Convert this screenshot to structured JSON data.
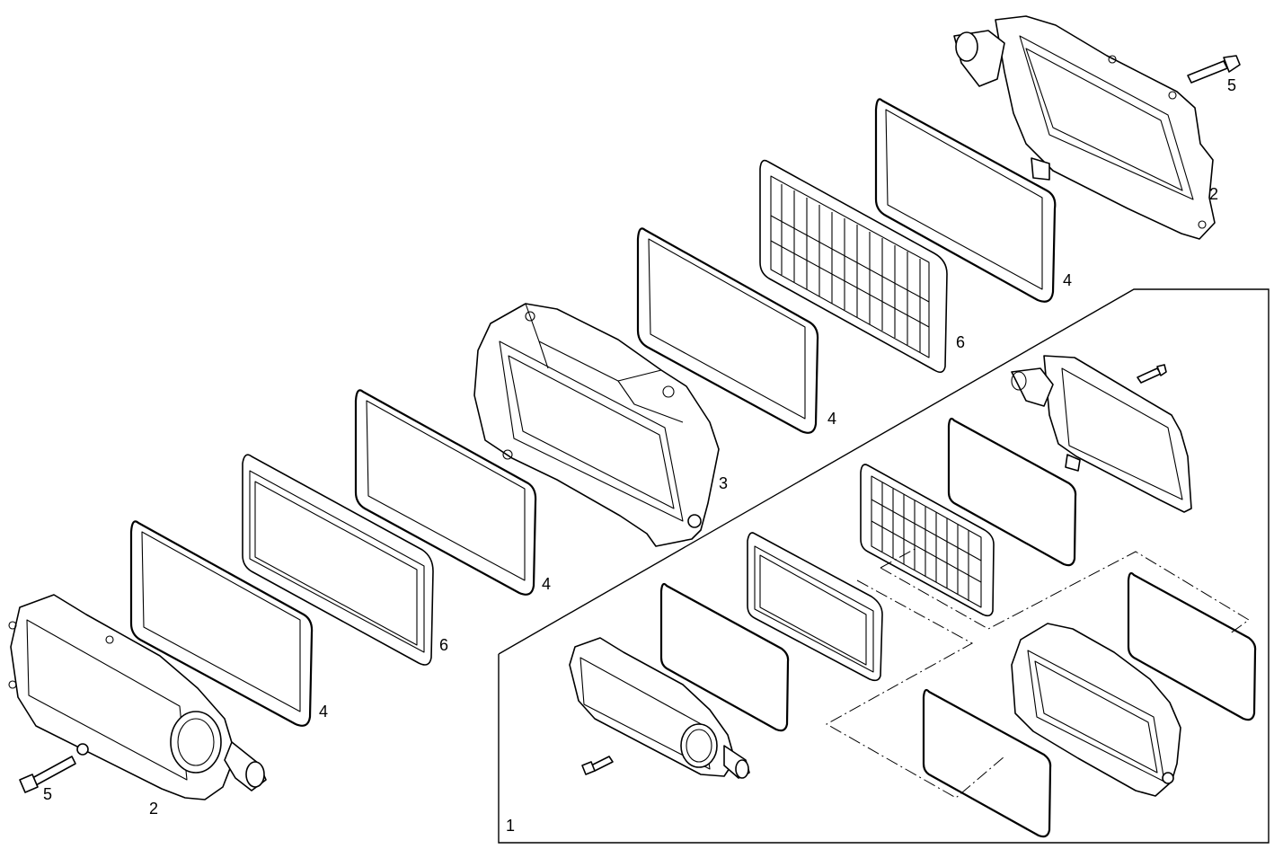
{
  "diagram": {
    "callouts": {
      "assembly": "1",
      "cover": "2",
      "housing": "3",
      "gasket": "4",
      "bolt": "5",
      "filter": "6"
    }
  }
}
